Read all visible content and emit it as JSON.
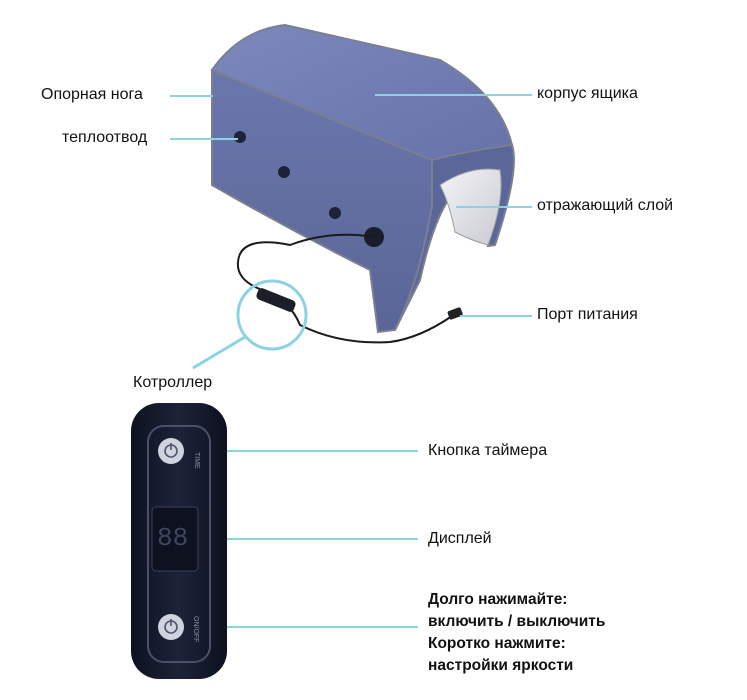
{
  "labels": {
    "support_leg": "Опорная нога",
    "heat_sink": "теплоотвод",
    "box_body": "корпус ящика",
    "reflective_layer": "отражающий слой",
    "power_port": "Порт питания",
    "controller": "Котроллер",
    "timer_button": "Кнопка таймера",
    "display": "Дисплей",
    "long_press_line1": "Долго нажимайте:",
    "long_press_line2": "включить / выключить",
    "short_press_line1": "Коротко нажмите:",
    "short_press_line2": "настройки яркости"
  },
  "device_marks": {
    "time_text": "TIME",
    "onoff_text": "ON/OFF",
    "display_digits": "88"
  },
  "colors": {
    "fabric": "#6f7bb0",
    "fabric_dark": "#4f5a8c",
    "leader_line": "#8ad3e3",
    "remote_body": "#151a2b"
  }
}
